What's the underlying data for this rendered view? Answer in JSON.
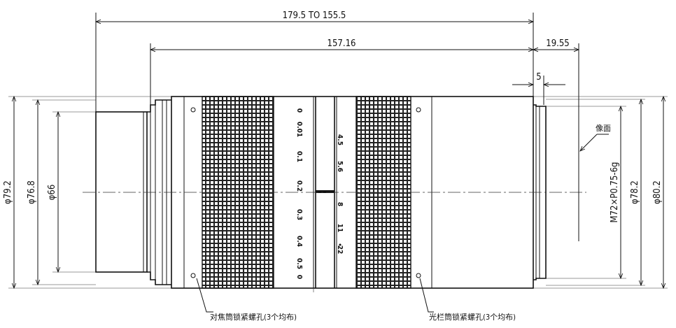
{
  "dimensions": {
    "total_length": "179.5 TO 155.5",
    "body_length": "157.16",
    "flange_back": "19.55",
    "thread_depth": "5",
    "dia_front_outer": "φ79.2",
    "dia_front_mid": "φ76.8",
    "dia_front_inner": "φ66",
    "thread_spec": "M72×P0.75-6g",
    "dia_rear_inner": "φ78.2",
    "dia_rear_outer": "φ80.2"
  },
  "image_plane_label": "像面",
  "notes": {
    "focus_lock": "对焦筒锁紧螺孔(3个均布)",
    "aperture_lock": "光栏筒锁紧螺孔(3个均布)"
  },
  "focus_scale": [
    "0",
    "0.01",
    "0.1",
    "0.2",
    "0.3",
    "0.4",
    "0.5",
    "0"
  ],
  "aperture_scale": [
    "4.5",
    "5.6",
    "8",
    "11",
    "22"
  ]
}
